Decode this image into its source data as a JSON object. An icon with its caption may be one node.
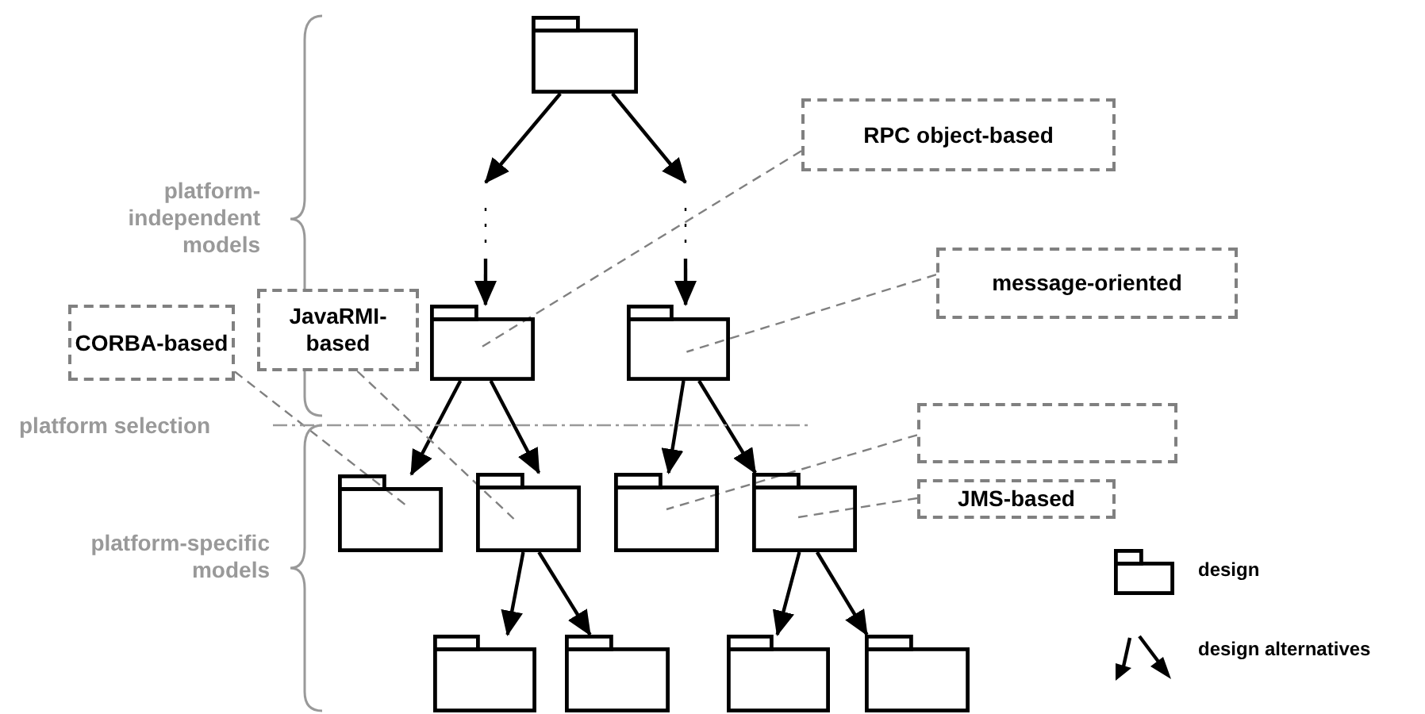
{
  "diagram": {
    "nodes": [
      {
        "text": [],
        "shape": "folder"
      },
      {
        "text": [
          "RPC object-based"
        ]
      },
      {
        "text": [
          "message-oriented"
        ]
      },
      {
        "text": [
          "JavaRMI-based"
        ]
      },
      {
        "text": [
          "CORBA-based"
        ]
      },
      {
        "text": [],
        "shape": "folder"
      },
      {
        "text": [],
        "shape": "folder"
      },
      {
        "text": [],
        "shape": "box"
      },
      {
        "text": [
          "JMS-based"
        ]
      },
      {
        "text": [],
        "shape": "folder"
      },
      {
        "text": [],
        "shape": "folder"
      },
      {
        "text": [],
        "shape": "folder"
      },
      {
        "text": [],
        "shape": "folder"
      },
      {
        "text": [],
        "shape": "folder"
      },
      {
        "text": [],
        "shape": "folder"
      },
      {
        "text": [],
        "shape": "folder"
      },
      {
        "text": [],
        "shape": "folder"
      }
    ],
    "edges": [
      {
        "from": 0,
        "to": null,
        "arrow": "to"
      },
      {
        "from": 0,
        "to": null,
        "arrow": "to"
      },
      {
        "from": null,
        "to": 5,
        "arrow": "to"
      },
      {
        "from": null,
        "to": 6,
        "arrow": "to"
      },
      {
        "from": 5,
        "to": 9,
        "arrow": "to"
      },
      {
        "from": 5,
        "to": 10,
        "arrow": "to"
      },
      {
        "from": 6,
        "to": 11,
        "arrow": "to"
      },
      {
        "from": 6,
        "to": 12,
        "arrow": "to"
      },
      {
        "from": 10,
        "to": 13,
        "arrow": "to"
      },
      {
        "from": 10,
        "to": 14,
        "arrow": "to"
      },
      {
        "from": 12,
        "to": 15,
        "arrow": "to"
      },
      {
        "from": 12,
        "to": 16,
        "arrow": "to"
      },
      {
        "from": 1,
        "to": 5,
        "arrow": "none",
        "style": "dashed",
        "color": "#808080"
      },
      {
        "from": 2,
        "to": 6,
        "arrow": "none",
        "style": "dashed",
        "color": "#808080"
      },
      {
        "from": 4,
        "to": 9,
        "arrow": "none",
        "style": "dashed",
        "color": "#808080"
      },
      {
        "from": 3,
        "to": 10,
        "arrow": "none",
        "style": "dashed",
        "color": "#808080"
      },
      {
        "from": 7,
        "to": 11,
        "arrow": "none",
        "style": "dashed",
        "color": "#808080"
      },
      {
        "from": 8,
        "to": 12,
        "arrow": "none",
        "style": "dashed",
        "color": "#808080"
      }
    ],
    "labels": [
      "platform-independent models",
      "platform selection",
      "platform-specific models"
    ],
    "legend": [
      {
        "text": "design"
      },
      {
        "text": "design alternatives"
      }
    ]
  }
}
